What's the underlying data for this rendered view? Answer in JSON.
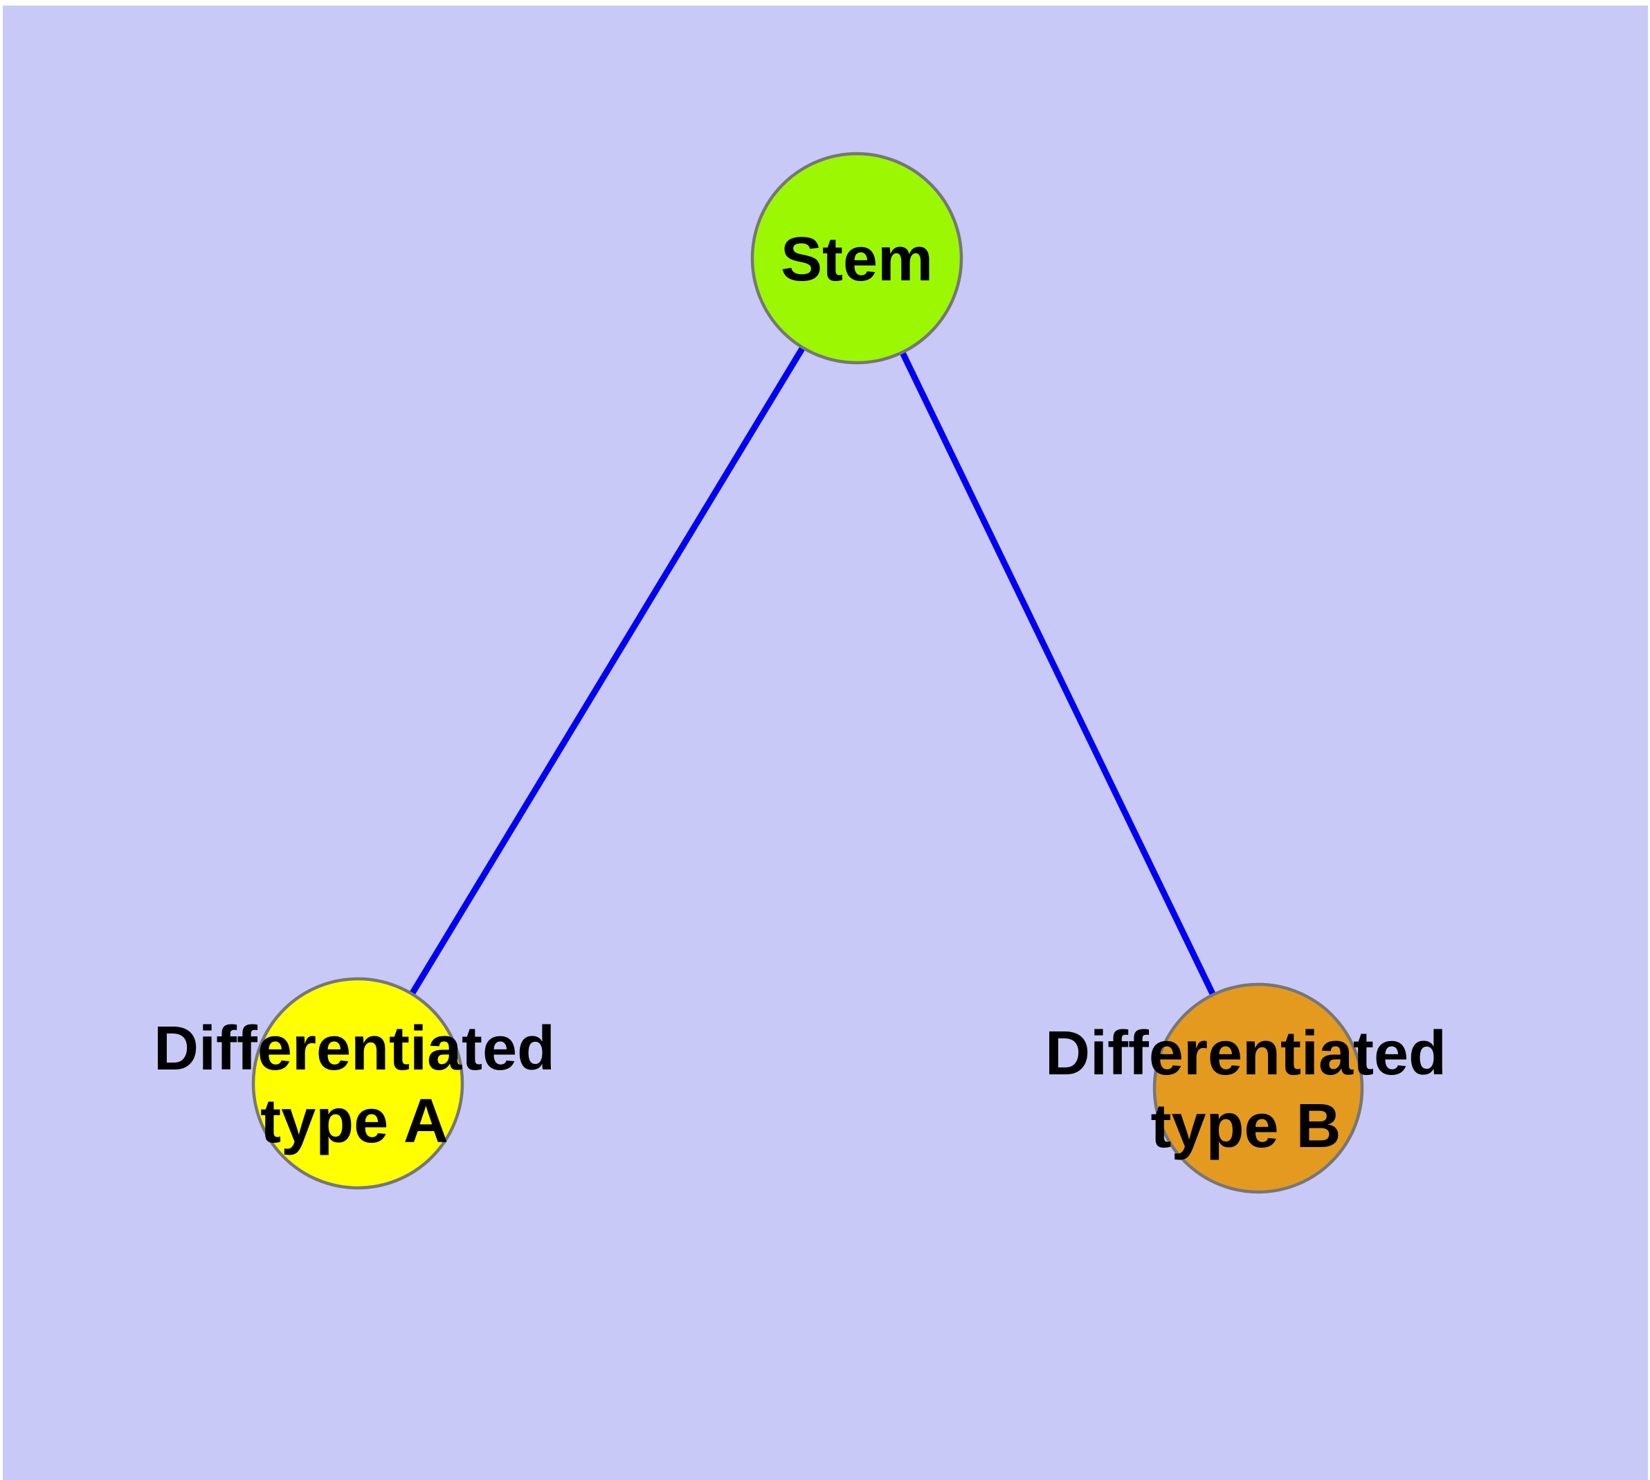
{
  "diagram": {
    "type": "node-link-graph",
    "background_color": "#c9c9f8",
    "margin_color": "#ffffff",
    "edge_color": "#0000f2",
    "node_border_color": "#767676",
    "nodes": [
      {
        "id": "stem",
        "label": "Stem",
        "fill": "#9bf802"
      },
      {
        "id": "differentiated-type-a",
        "label": "Differentiated type A",
        "label_line1": "Differentiated",
        "label_line2": "type A",
        "fill": "#ffff00"
      },
      {
        "id": "differentiated-type-b",
        "label": "Differentiated type B",
        "label_line1": "Differentiated",
        "label_line2": "type B",
        "fill": "#e49a1f"
      }
    ],
    "edges": [
      {
        "from": "stem",
        "to": "differentiated-type-a"
      },
      {
        "from": "stem",
        "to": "differentiated-type-b"
      }
    ]
  }
}
